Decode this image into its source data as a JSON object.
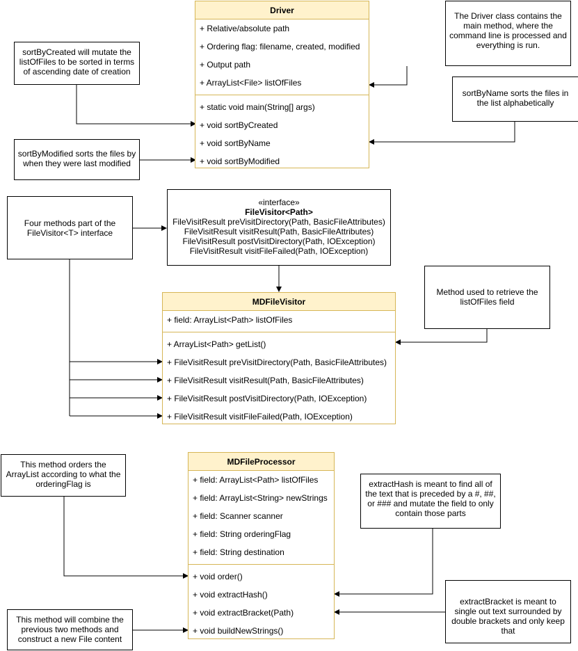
{
  "driver": {
    "title": "Driver",
    "fields": [
      "+ Relative/absolute path",
      "+ Ordering flag: filename, created, modified",
      "+ Output path",
      "+ ArrayList<File> listOfFiles"
    ],
    "methods": [
      "+ static void main(String[] args)",
      "+ void sortByCreated",
      "+ void sortByName",
      "+ void sortByModified"
    ]
  },
  "interface": {
    "stereotype": "«interface»",
    "name": "FileVisitor<Path>",
    "methods": [
      "FileVisitResult preVisitDirectory(Path, BasicFileAttributes)",
      "FileVisitResult visitResult(Path, BasicFileAttributes)",
      "FileVisitResult postVisitDirectory(Path, IOException)",
      "FileVisitResult visitFileFailed(Path, IOException)"
    ]
  },
  "visitor": {
    "title": "MDFileVisitor",
    "fields": [
      "+ field: ArrayList<Path> listOfFiles"
    ],
    "methods": [
      "+ ArrayList<Path> getList()",
      "+ FileVisitResult preVisitDirectory(Path, BasicFileAttributes)",
      "+ FileVisitResult visitResult(Path, BasicFileAttributes)",
      "+ FileVisitResult postVisitDirectory(Path, IOException)",
      "+ FileVisitResult visitFileFailed(Path, IOException)"
    ]
  },
  "processor": {
    "title": "MDFileProcessor",
    "fields": [
      "+ field: ArrayList<Path> listOfFiles",
      "+ field: ArrayList<String> newStrings",
      "+ field: Scanner scanner",
      "+ field: String orderingFlag",
      "+ field: String destination"
    ],
    "methods": [
      "+ void order()",
      "+ void extractHash()",
      "+ void extractBracket(Path)",
      "+ void buildNewStrings()"
    ]
  },
  "notes": {
    "driver_class": "The Driver class contains the main method, where the command line is processed and everything is run.",
    "sort_by_created": "sortByCreated will mutate the listOfFiles to be sorted in terms of ascending date of creation",
    "sort_by_name": "sortByName sorts the files in the list alphabetically",
    "sort_by_modified": "sortByModified sorts the files by when they were last modified",
    "four_methods": "Four methods part of the FileVisitor<T> interface",
    "get_list": "Method used to retrieve the listOfFiles field",
    "order": "This method orders the ArrayList according to what the orderingFlag is",
    "extract_hash": "extractHash is meant to find all of the text that is preceded by a #, ##, or ### and mutate the field to only contain those parts",
    "extract_bracket": "extractBracket is meant to single out text surrounded by double brackets and only keep that",
    "build_new_strings": "This method will combine the previous two methods and construct a new File content"
  }
}
